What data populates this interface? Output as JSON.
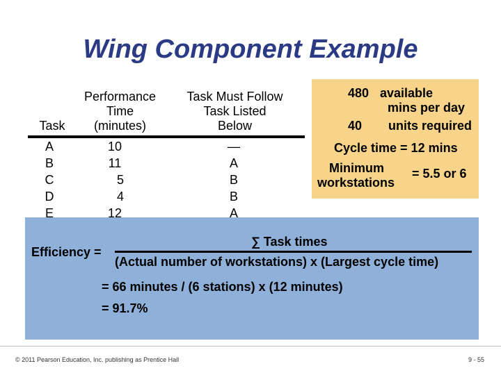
{
  "title": "Wing Component Example",
  "table": {
    "headers": {
      "task": "Task",
      "time": [
        "Performance",
        "Time",
        "(minutes)"
      ],
      "follow": [
        "Task Must Follow",
        "Task Listed",
        "Below"
      ]
    },
    "rows": [
      {
        "task": "A",
        "time": "10",
        "follow": "—"
      },
      {
        "task": "B",
        "time": "11",
        "follow": "A"
      },
      {
        "task": "C",
        "time": "5",
        "follow": "B"
      },
      {
        "task": "D",
        "time": "4",
        "follow": "B"
      },
      {
        "task": "E",
        "time": "12",
        "follow": "A"
      }
    ]
  },
  "info_box": {
    "available_num": "480",
    "available_text_1": "available",
    "available_text_2": "mins per day",
    "required_num": "40",
    "required_text": "units required",
    "cycle_time": "Cycle time = 12 mins",
    "min_label_1": "Minimum",
    "min_label_2": "workstations",
    "min_value": "= 5.5 or 6"
  },
  "efficiency": {
    "label": "Efficiency =",
    "numerator": "∑ Task times",
    "denominator": "(Actual number of workstations) x (Largest cycle time)",
    "calc": "= 66 minutes / (6 stations) x (12 minutes)",
    "result": "= 91.7%"
  },
  "footer": {
    "copyright": "© 2011 Pearson Education, Inc. publishing as Prentice Hall",
    "page": "9 - 55"
  }
}
